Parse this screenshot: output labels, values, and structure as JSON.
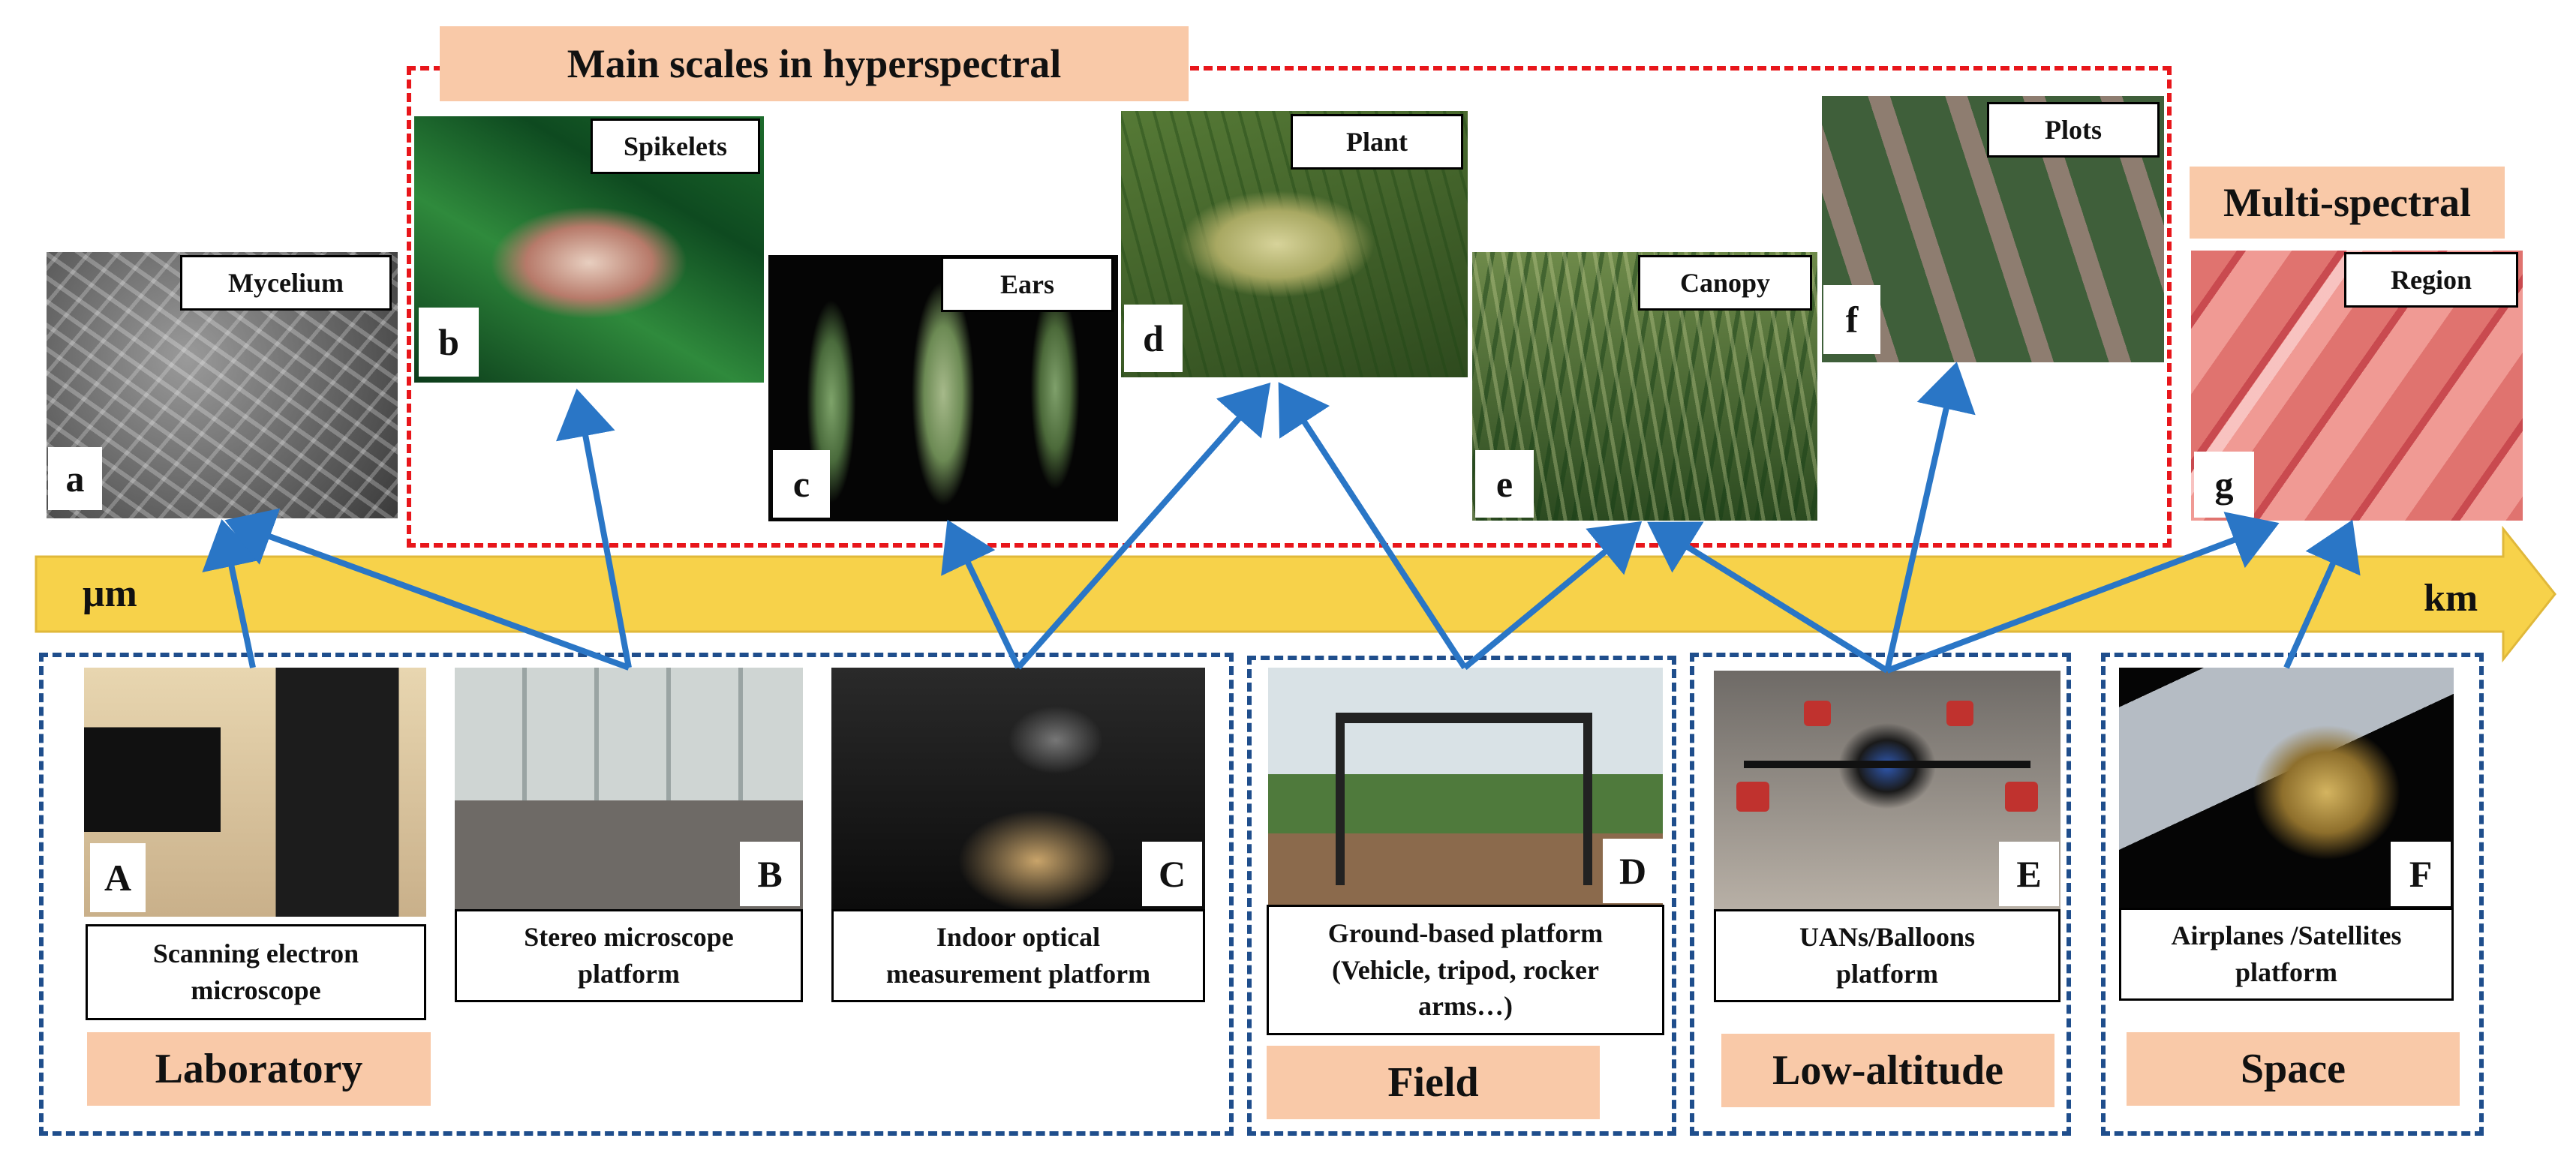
{
  "colors": {
    "red_dash": "#e8161b",
    "blue_dash": "#1f4e8c",
    "salmon": "#f9c9a8",
    "axis_yellow": "#f7d24a",
    "arrow_blue": "#2a76c6"
  },
  "headers": {
    "hyperspectral": "Main scales in hyperspectral",
    "multispectral": "Multi-spectral"
  },
  "axis": {
    "left": "μm",
    "right": "km"
  },
  "scales": [
    {
      "id": "a",
      "label": "Mycelium"
    },
    {
      "id": "b",
      "label": "Spikelets"
    },
    {
      "id": "c",
      "label": "Ears"
    },
    {
      "id": "d",
      "label": "Plant"
    },
    {
      "id": "e",
      "label": "Canopy"
    },
    {
      "id": "f",
      "label": "Plots"
    },
    {
      "id": "g",
      "label": "Region"
    }
  ],
  "platforms": [
    {
      "id": "A",
      "caption_lines": [
        "Scanning electron",
        "microscope"
      ]
    },
    {
      "id": "B",
      "caption_lines": [
        "Stereo microscope",
        "platform"
      ]
    },
    {
      "id": "C",
      "caption_lines": [
        "Indoor optical",
        "measurement platform"
      ]
    },
    {
      "id": "D",
      "caption_lines": [
        "Ground-based platform",
        "(Vehicle, tripod, rocker",
        "arms…)"
      ]
    },
    {
      "id": "E",
      "caption_lines": [
        "UANs/Balloons",
        "platform"
      ]
    },
    {
      "id": "F",
      "caption_lines": [
        "Airplanes /Satellites",
        "platform"
      ]
    }
  ],
  "groups": [
    {
      "label": "Laboratory"
    },
    {
      "label": "Field"
    },
    {
      "label": "Low-altitude"
    },
    {
      "label": "Space"
    }
  ]
}
